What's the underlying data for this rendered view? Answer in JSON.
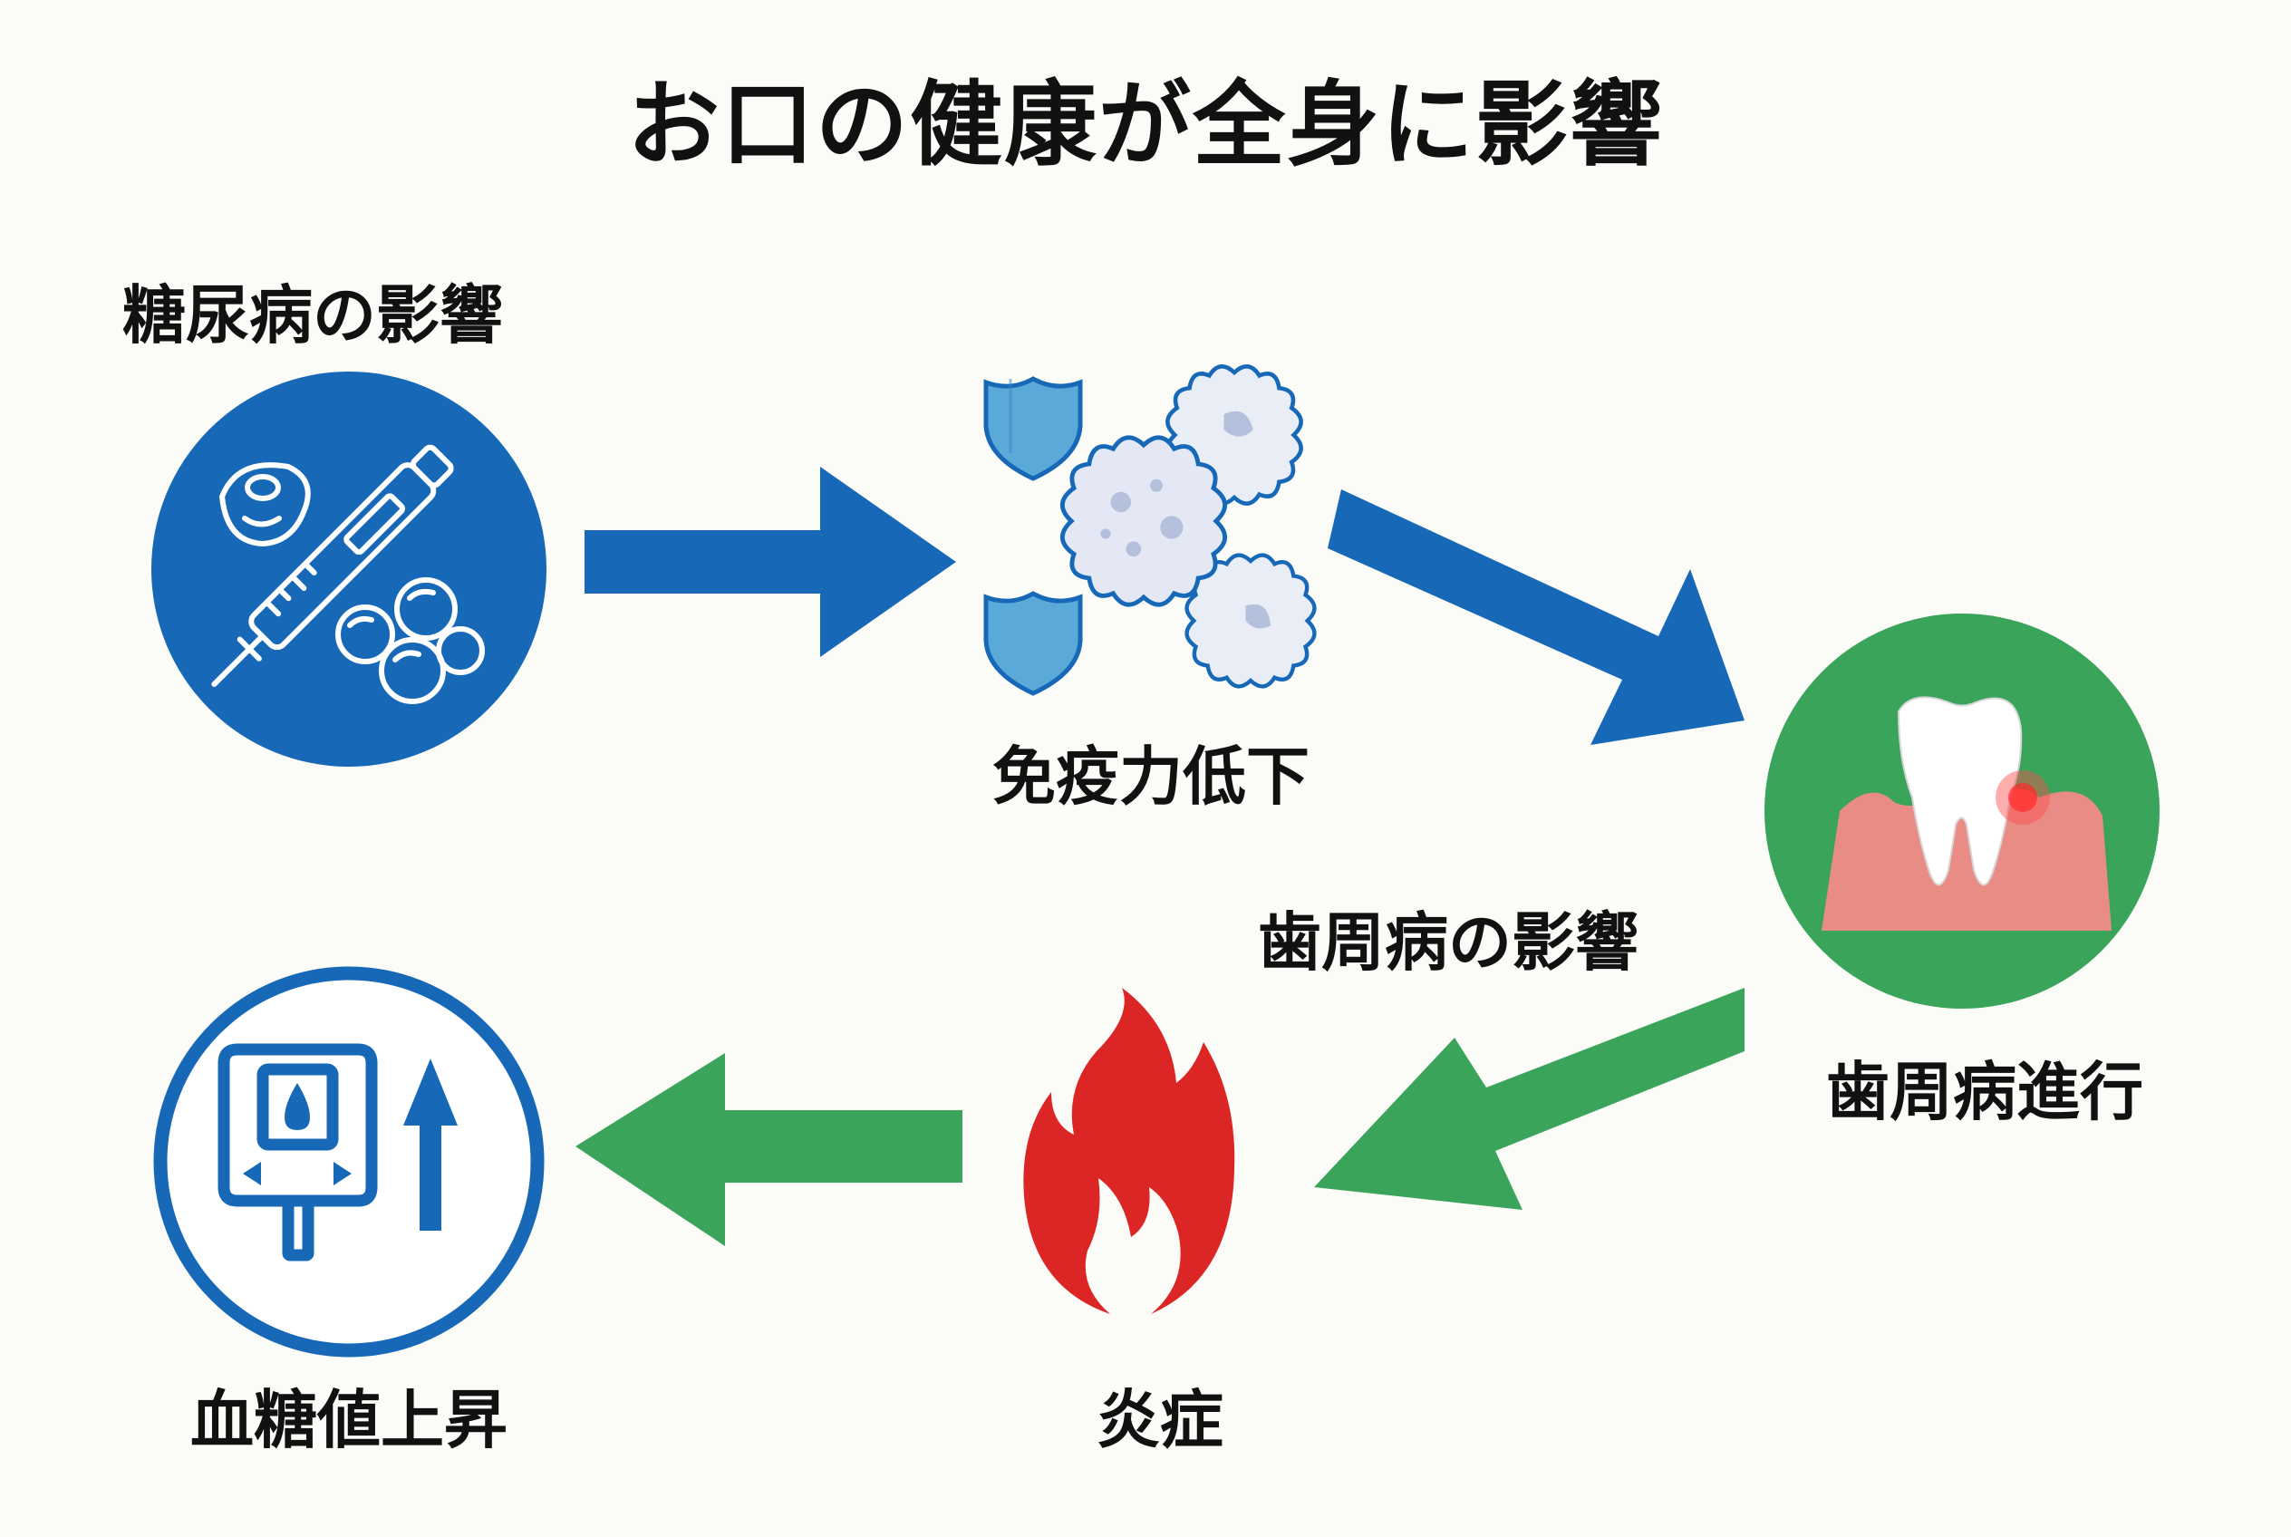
{
  "title": "お口の健康が全身に影響",
  "section_labels": {
    "diabetes": "糖尿病の影響",
    "periodontal": "歯周病の影響"
  },
  "nodes": {
    "immune": "免疫力低下",
    "perio_progress": "歯周病進行",
    "inflammation": "炎症",
    "glucose": "血糖値上昇"
  },
  "colors": {
    "blue": "#1769b8",
    "green": "#3aa55a",
    "red": "#dc2626",
    "gum": "#ea8c86",
    "shield": "#5aa9d8"
  },
  "icons": {
    "diabetes": "insulin-pen-cells-icon",
    "immune": "shields-immune-cells-icon",
    "periodontal": "tooth-gum-icon",
    "inflammation": "flame-icon",
    "glucose": "glucose-meter-up-arrow-icon"
  }
}
